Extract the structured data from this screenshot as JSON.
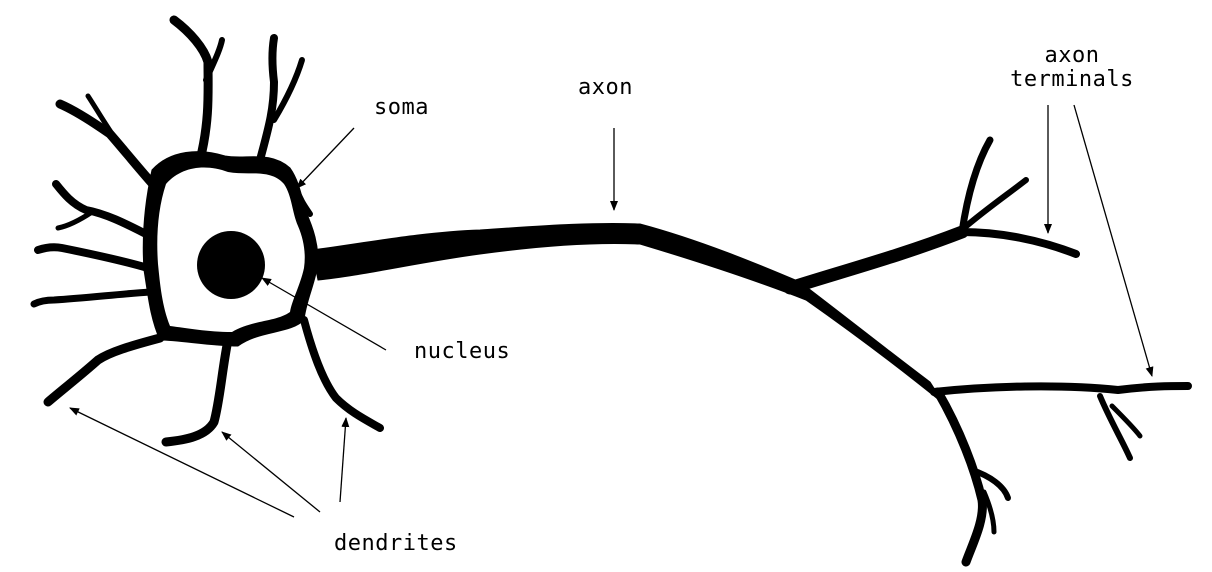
{
  "labels": {
    "soma": "soma",
    "axon": "axon",
    "axon_terminals_line1": "axon",
    "axon_terminals_line2": "terminals",
    "nucleus": "nucleus",
    "dendrites": "dendrites"
  },
  "colors": {
    "ink": "#000000",
    "background": "#ffffff",
    "cell_interior": "#ffffff"
  }
}
